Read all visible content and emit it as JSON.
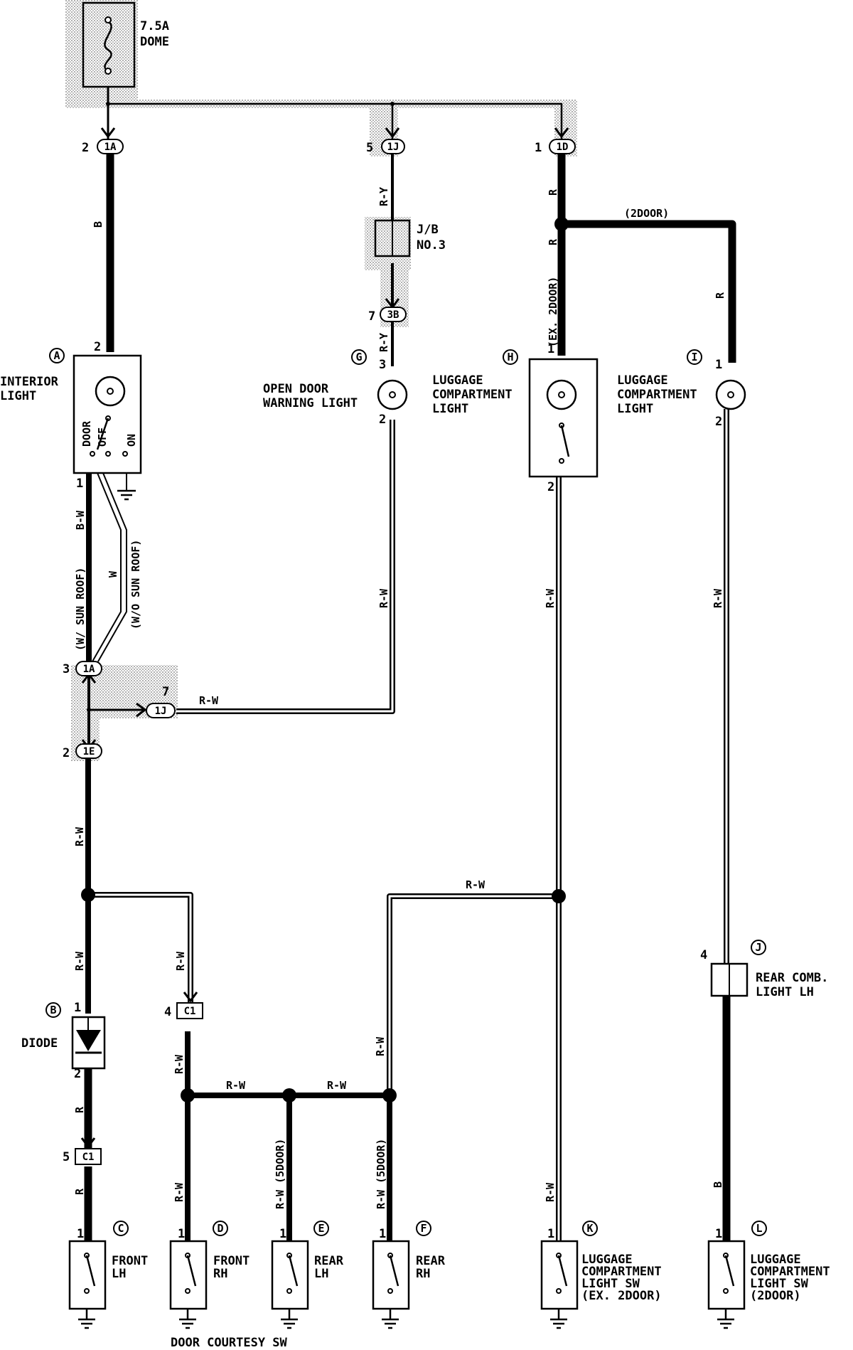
{
  "fuse": {
    "rating": "7.5A",
    "name": "DOME"
  },
  "junction_block": {
    "line1": "J/B",
    "line2": "NO.3"
  },
  "connectors": {
    "c1A": "1A",
    "c1J": "1J",
    "c1D": "1D",
    "c3B": "3B",
    "c1E": "1E",
    "cC1a": "C1",
    "cC1b": "C1",
    "c1Jb": "1J",
    "c1Ab": "1A"
  },
  "pins": {
    "p2_1A": "2",
    "p5_1J": "5",
    "p1_1D": "1",
    "p7_3B": "7",
    "pA2": "2",
    "pA1": "1",
    "pG3": "3",
    "pG2": "2",
    "pH1": "1",
    "pH2": "2",
    "pI1": "1",
    "pI2": "2",
    "p3_1A": "3",
    "p7_1J": "7",
    "p2_1E": "2",
    "pB1": "1",
    "pB2": "2",
    "p4_C1": "4",
    "p5_C1": "5",
    "pJ4": "4",
    "pC1": "1",
    "pD1": "1",
    "pE1": "1",
    "pF1": "1",
    "pK1": "1",
    "pL1": "1"
  },
  "letters": {
    "A": "A",
    "B": "B",
    "C": "C",
    "D": "D",
    "E": "E",
    "F": "F",
    "G": "G",
    "H": "H",
    "I": "I",
    "J": "J",
    "K": "K",
    "L": "L"
  },
  "components": {
    "interior_light": [
      "INTERIOR",
      "LIGHT"
    ],
    "switch_door": "DOOR",
    "switch_off": "OFF",
    "switch_on": "ON",
    "open_door": [
      "OPEN DOOR",
      "WARNING LIGHT"
    ],
    "luggage_h": [
      "LUGGAGE",
      "COMPARTMENT",
      "LIGHT"
    ],
    "luggage_i": [
      "LUGGAGE",
      "COMPARTMENT",
      "LIGHT"
    ],
    "diode": "DIODE",
    "rear_comb": [
      "REAR COMB.",
      "LIGHT LH"
    ],
    "front_lh": [
      "FRONT",
      "LH"
    ],
    "front_rh": [
      "FRONT",
      "RH"
    ],
    "rear_lh": [
      "REAR",
      "LH"
    ],
    "rear_rh": [
      "REAR",
      "RH"
    ],
    "lug_sw_k": [
      "LUGGAGE",
      "COMPARTMENT",
      "LIGHT SW",
      "(EX. 2DOOR)"
    ],
    "lug_sw_l": [
      "LUGGAGE",
      "COMPARTMENT",
      "LIGHT SW",
      "(2DOOR)"
    ],
    "door_courtesy": "DOOR COURTESY SW"
  },
  "wires": {
    "b_top": "B",
    "ry_top": "R-Y",
    "ry_bottom": "R-Y",
    "r_1d": "R",
    "r_junction": "R",
    "ex2door": "(EX. 2DOOR)",
    "two_door": "(2DOOR)",
    "r_i": "R",
    "bw": "B-W",
    "w_sun": "(W/ SUN ROOF)",
    "w": "W",
    "wo_sun": "(W/O SUN ROOF)",
    "rw_g": "R-W",
    "rw_h": "R-W",
    "rw_i": "R-W",
    "rw_1j": "R-W",
    "rw_1e": "R-W",
    "rw_b": "R-W",
    "rw_c1": "R-W",
    "rw_mid": "R-W",
    "rw_bus1": "R-W",
    "rw_bus2": "R-W",
    "rw_5door_e": "R-W (5DOOR)",
    "rw_5door_f": "R-W (5DOOR)",
    "rw_f_up": "R-W",
    "rw_d": "R-W",
    "rw_k": "R-W",
    "r_b": "R",
    "r_c": "R",
    "b_l": "B"
  }
}
